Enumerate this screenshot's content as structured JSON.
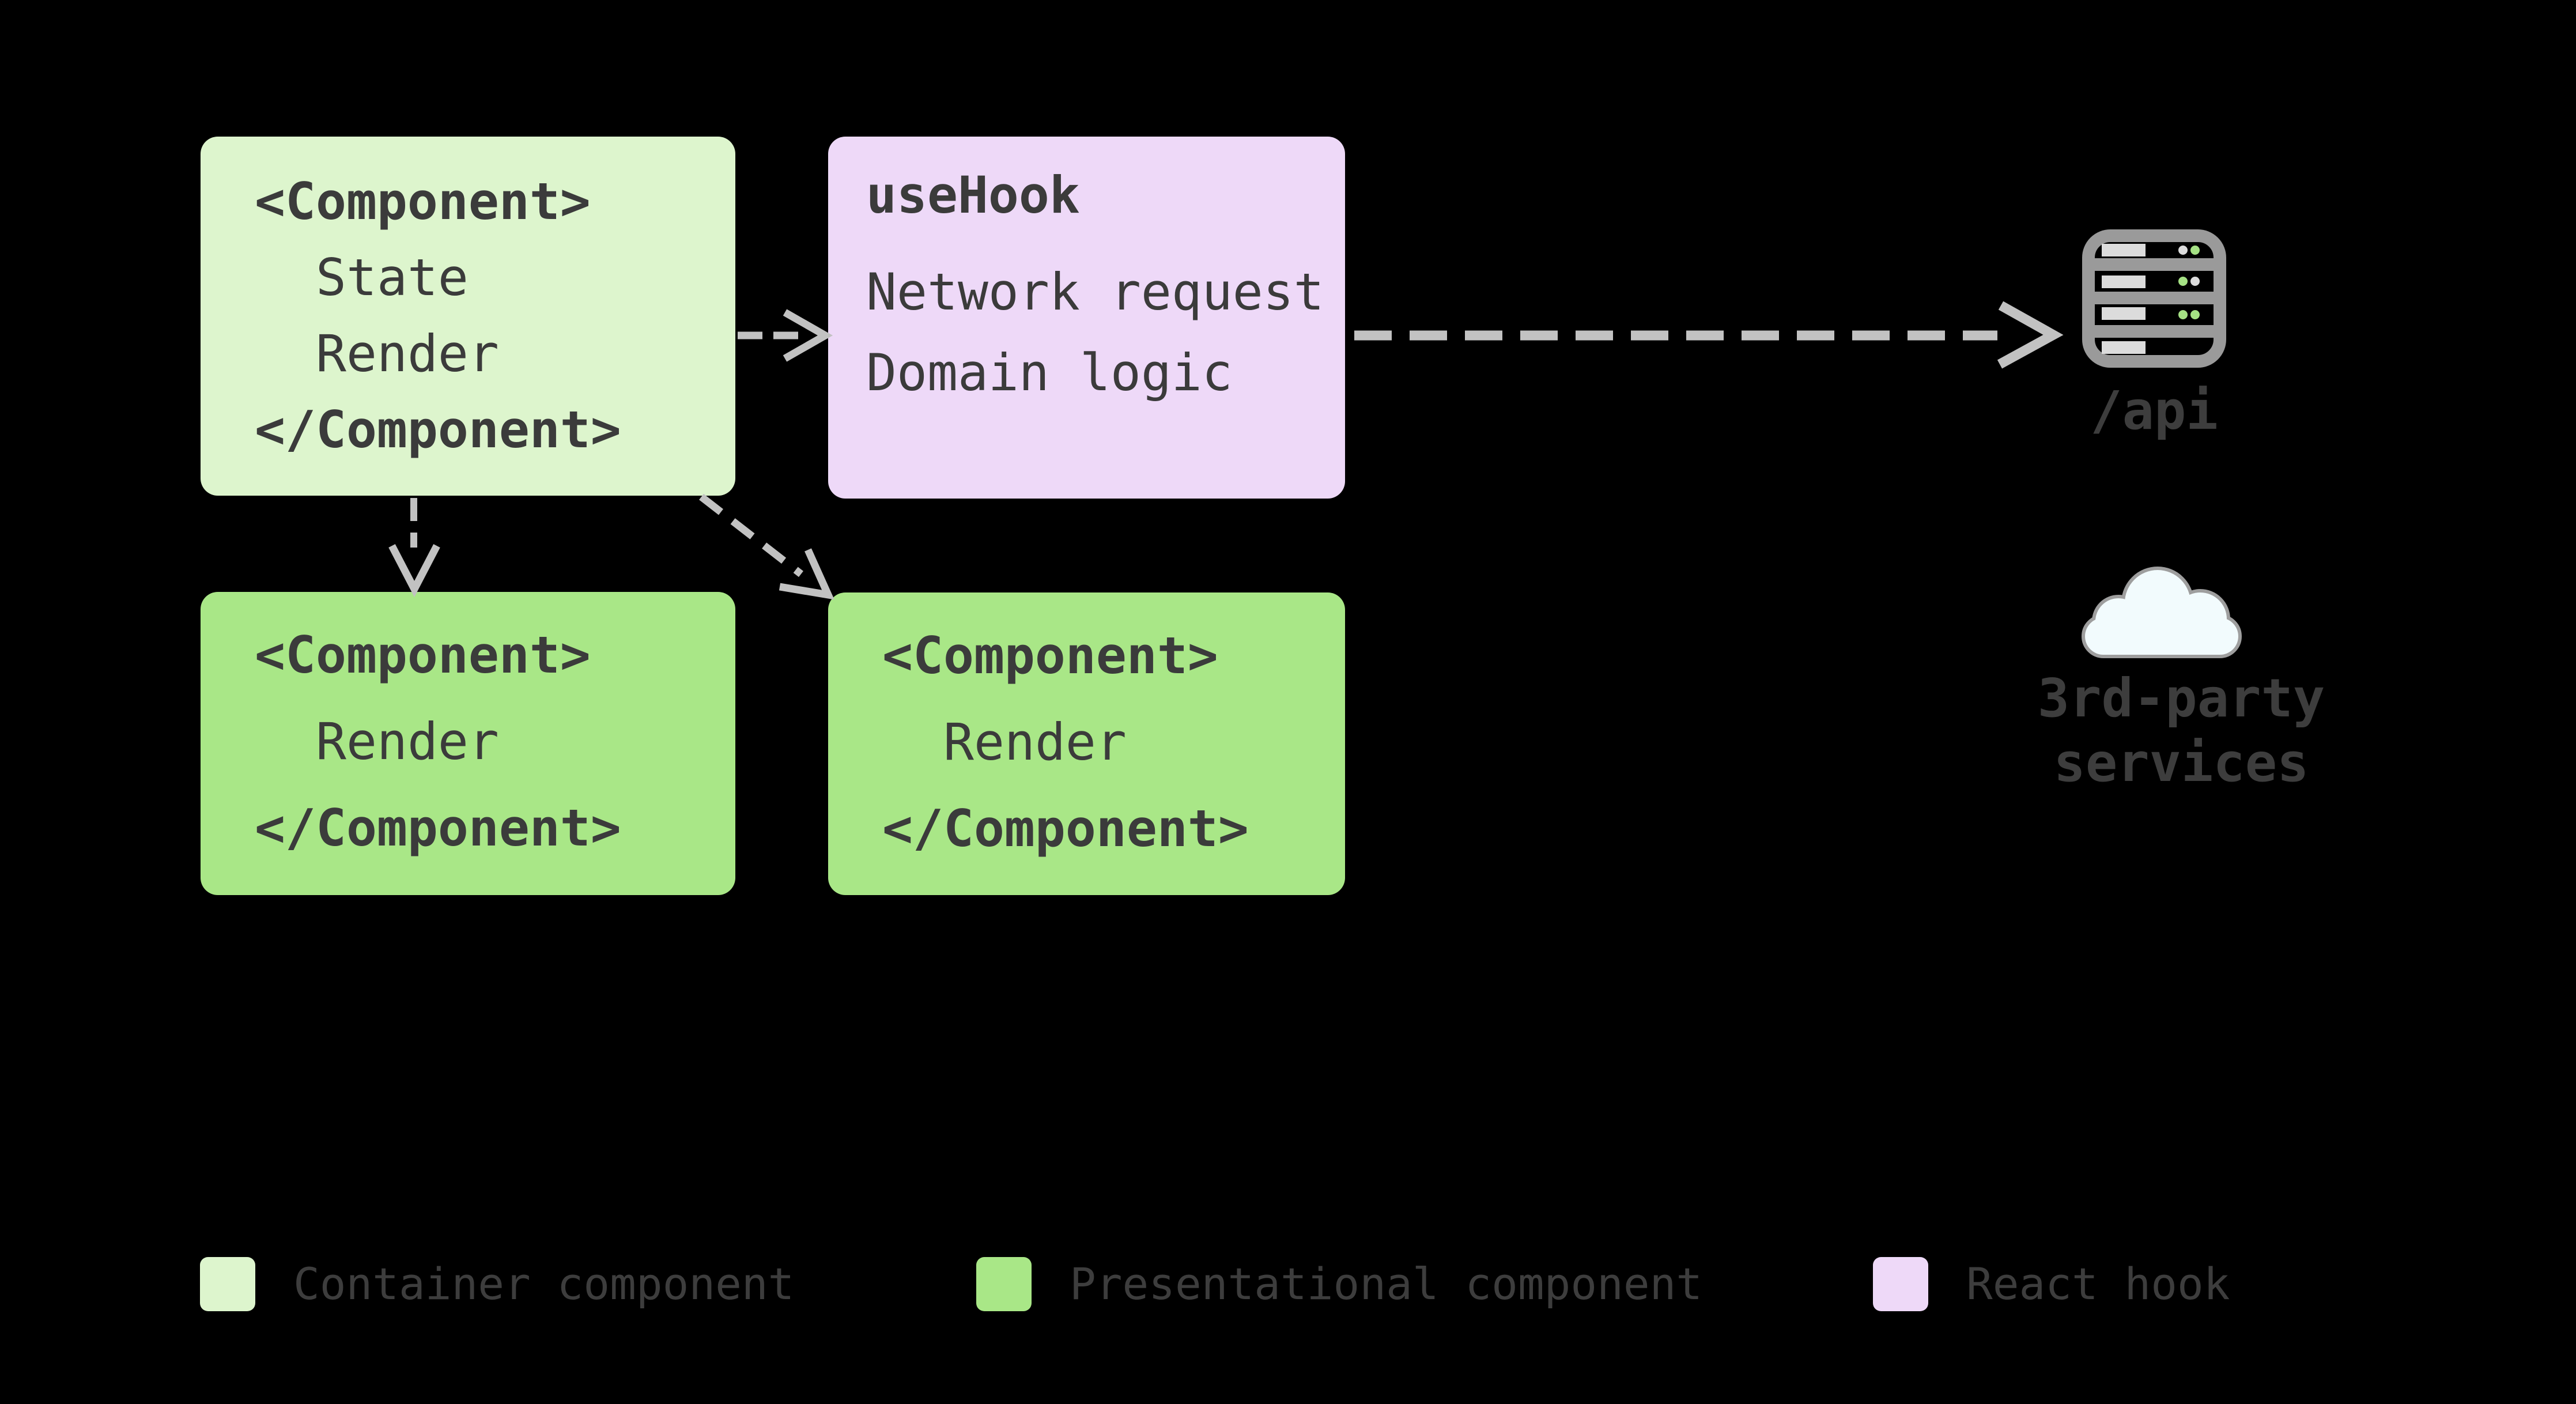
{
  "boxes": {
    "container": {
      "open_tag": "<Component>",
      "state": "State",
      "render": "Render",
      "close_tag": "</Component>"
    },
    "hook": {
      "title": "useHook",
      "network": "Network request",
      "domain": "Domain logic"
    },
    "presentational_left": {
      "open_tag": "<Component>",
      "render": "Render",
      "close_tag": "</Component>"
    },
    "presentational_right": {
      "open_tag": "<Component>",
      "render": "Render",
      "close_tag": "</Component>"
    }
  },
  "endpoints": {
    "api": "/api",
    "third_party_line1": "3rd-party",
    "third_party_line2": "services"
  },
  "legend": {
    "items": [
      {
        "label": "Container component",
        "color": "#ddf5cd"
      },
      {
        "label": "Presentational component",
        "color": "#a9e787"
      },
      {
        "label": "React hook",
        "color": "#eed9f8"
      }
    ]
  },
  "colors": {
    "background": "#000000",
    "box_text": "#3b3b3b",
    "label_text": "#3d3d3d",
    "arrow": "#c2c2c2",
    "icon_gray": "#9a9a9a",
    "cloud_fill": "#f2fbfd",
    "led_green": "#a5e184",
    "led_gray": "#dcdcdc"
  }
}
